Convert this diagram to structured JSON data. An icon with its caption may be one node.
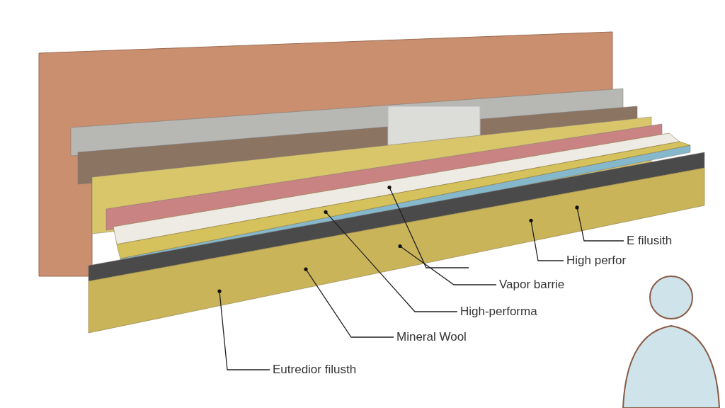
{
  "diagram": {
    "nodes": [
      {
        "text": [
          "E filusith"
        ]
      },
      {
        "text": [
          "High perfor"
        ]
      },
      {
        "text": [
          "Vapor barrie"
        ]
      },
      {
        "text": [
          "High-performa"
        ]
      },
      {
        "text": [
          "Mineral Wool"
        ]
      },
      {
        "text": [
          "Eutredior filusth"
        ]
      },
      {
        "text": [],
        "shape": "bar"
      },
      {
        "text": [],
        "shape": "bar"
      },
      {
        "text": [],
        "shape": "bar"
      }
    ],
    "edges": [
      {
        "from": null,
        "to": 6,
        "arrow": "other"
      },
      {
        "from": 0,
        "to": 8,
        "arrow": "other"
      },
      {
        "from": 1,
        "to": 8,
        "arrow": "other"
      },
      {
        "from": 2,
        "to": 8,
        "arrow": "other"
      },
      {
        "from": 3,
        "to": 7,
        "arrow": "other"
      },
      {
        "from": 4,
        "to": 8,
        "arrow": "other"
      },
      {
        "from": 5,
        "to": 8,
        "arrow": "other"
      }
    ]
  }
}
